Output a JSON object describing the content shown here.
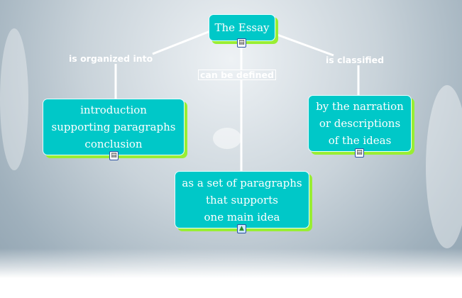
{
  "nodes": {
    "root": {
      "text": "The Essay",
      "icon": "document-icon"
    },
    "structure": {
      "lines": [
        "introduction",
        "supporting paragraphs",
        "conclusion"
      ],
      "icon": "document-icon"
    },
    "classification": {
      "lines": [
        "by the narration",
        "or descriptions",
        "of the ideas"
      ],
      "icon": "document-icon"
    },
    "definition": {
      "lines": [
        "as a set of paragraphs",
        "that supports",
        "one main idea"
      ],
      "icon": "image-icon"
    }
  },
  "links": {
    "organized": "is organized into",
    "defined": "can be defined",
    "classified": "is classified"
  },
  "colors": {
    "node": "#00c8c8",
    "shadow": "#99ee33",
    "line": "#ffffff"
  }
}
